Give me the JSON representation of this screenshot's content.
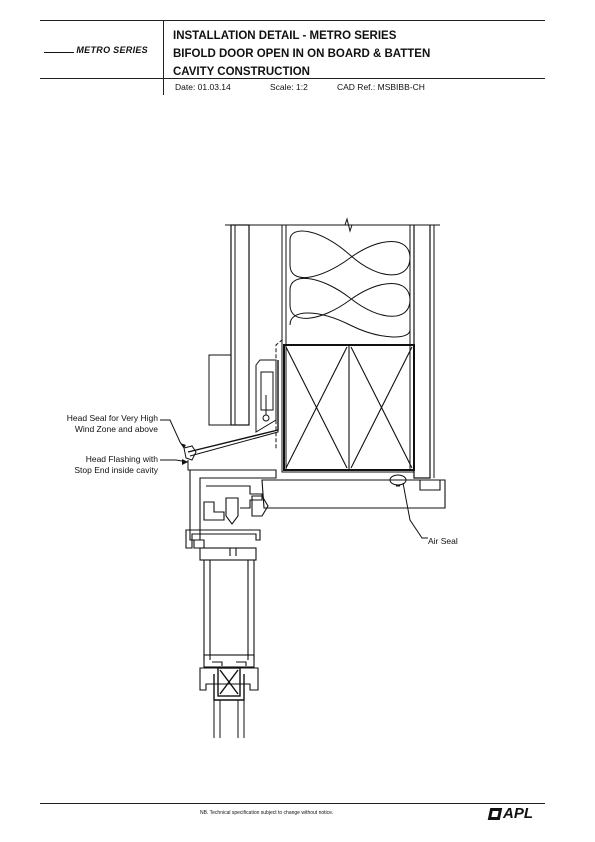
{
  "logo": {
    "text": "METRO SERIES"
  },
  "title_block": {
    "line1": "INSTALLATION DETAIL - METRO SERIES",
    "line2": "BIFOLD DOOR OPEN IN ON BOARD & BATTEN",
    "line3": "CAVITY CONSTRUCTION"
  },
  "meta": {
    "date": "Date: 01.03.14",
    "scale": "Scale: 1:2",
    "cad_ref": "CAD Ref.: MSBIBB-CH"
  },
  "callouts": {
    "head_seal_line1": "Head Seal for Very High",
    "head_seal_line2": "Wind Zone and above",
    "head_flashing_line1": "Head Flashing with",
    "head_flashing_line2": "Stop End inside cavity",
    "air_seal": "Air Seal"
  },
  "footer": {
    "disclaimer": "NB. Technical specification subject to change without notice.",
    "brand": "APL"
  }
}
